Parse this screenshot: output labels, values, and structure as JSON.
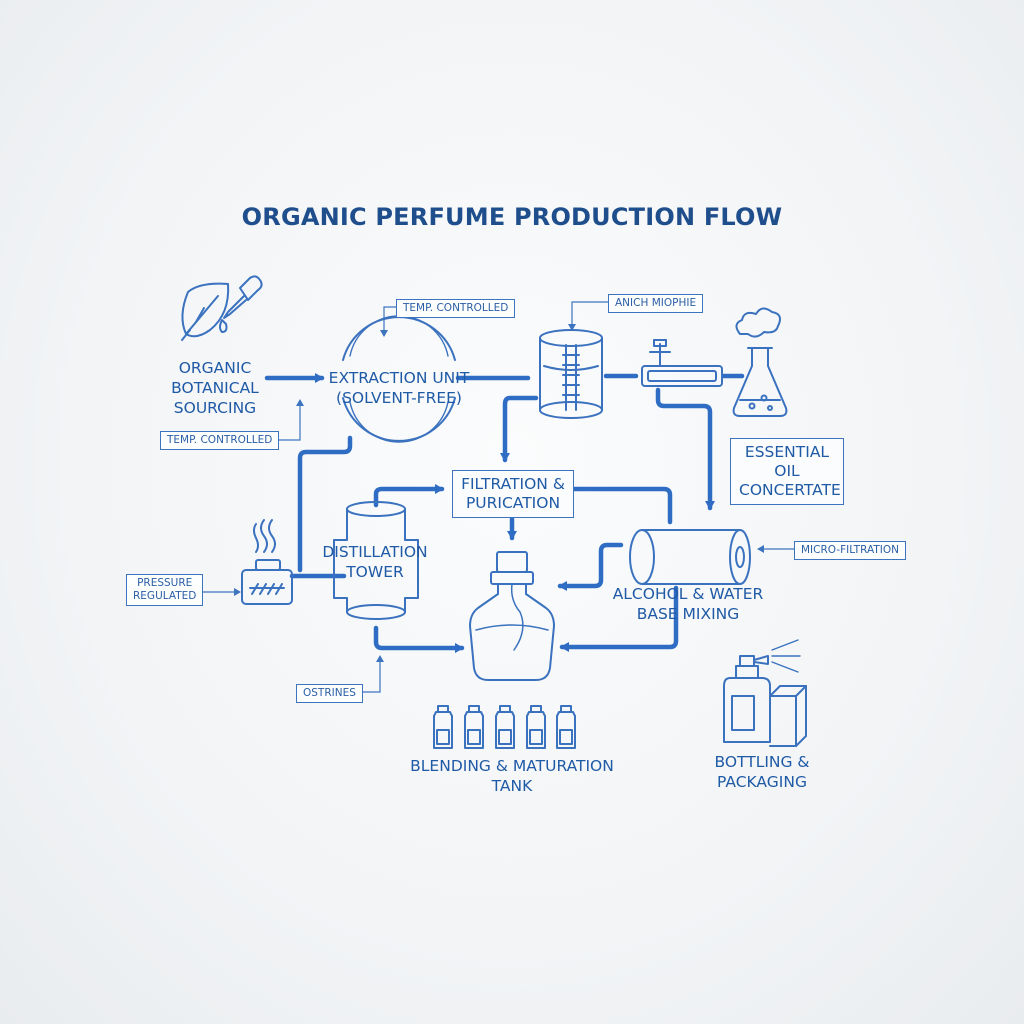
{
  "title": "ORGANIC PERFUME PRODUCTION FLOW",
  "nodes": {
    "sourcing": "ORGANIC\nBOTANICAL\nSOURCING",
    "extraction": "EXTRACTION UNIT\n(SOLVENT-FREE)",
    "essential_oil": "ESSENTIAL OIL\nCONCERTATE",
    "filtration": "FILTRATION &\nPURICATION",
    "distillation": "DISTILLATION\nTOWER",
    "alcohol_mixing": "ALCOHOL & WATER\nBASE MIXING",
    "blending": "BLENDING & MATURATION\nTANK",
    "bottling": "BOTTLING &\nPACKAGING"
  },
  "tags": {
    "temp_top": "TEMP. CONTROLLED",
    "temp_left": "TEMP. CONTROLLED",
    "anich": "ANICH MIOPHIE",
    "micro": "MICRO-FILTRATION",
    "pressure": "PRESSURE\nREGULATED",
    "ostrines": "OSTRINES"
  },
  "colors": {
    "line": "#3d74c0",
    "arrow": "#2f6cc4",
    "text": "#1f5aa6",
    "title": "#1f4e8c"
  }
}
